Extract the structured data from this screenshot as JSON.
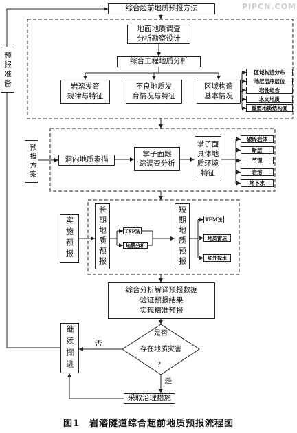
{
  "watermark": "PIPCN.COM",
  "caption": "图1　岩溶隧道综合超前地质预报流程图",
  "top": "综合超前地质预报方法",
  "prep": "预报准备",
  "plan": "预报方案",
  "exec": "实施预报",
  "stage1": {
    "survey": [
      "地面地质调查",
      "分析勘察设计"
    ],
    "analysis": "综合工程地质分析",
    "karst": [
      "岩溶发育",
      "规律与特征"
    ],
    "adverse": [
      "不良地质发",
      "育情况与特征"
    ],
    "regional": [
      "区域构造",
      "基本情况"
    ],
    "regional_items": [
      "区域构造分布",
      "地层层序层位",
      "岩性组合",
      "水文地质",
      "重要地质结构面"
    ]
  },
  "stage2": {
    "sketch": "洞内地质素描",
    "face_track": [
      "掌子面跟",
      "踪调查分析"
    ],
    "face_env": [
      "掌子面",
      "具体地",
      "质环境",
      "特征"
    ],
    "face_items": [
      "破碎岩体",
      "断层",
      "节理",
      "岩溶",
      "地下水"
    ]
  },
  "stage3": {
    "long": "长期地质预报",
    "long_methods": [
      "TSP法",
      "地质分析"
    ],
    "short": "短期地质预报",
    "short_methods": [
      "TEM法",
      "地质雷达",
      "红外探水"
    ]
  },
  "synthesis": [
    "综合分析解译预报数据",
    "验证预报结果",
    "实现精准预报"
  ],
  "decision": [
    "是否",
    "存在地质灾害",
    "？"
  ],
  "continue": "继续掘进",
  "measures": "采取治理措施",
  "yes": "是",
  "no": "否"
}
